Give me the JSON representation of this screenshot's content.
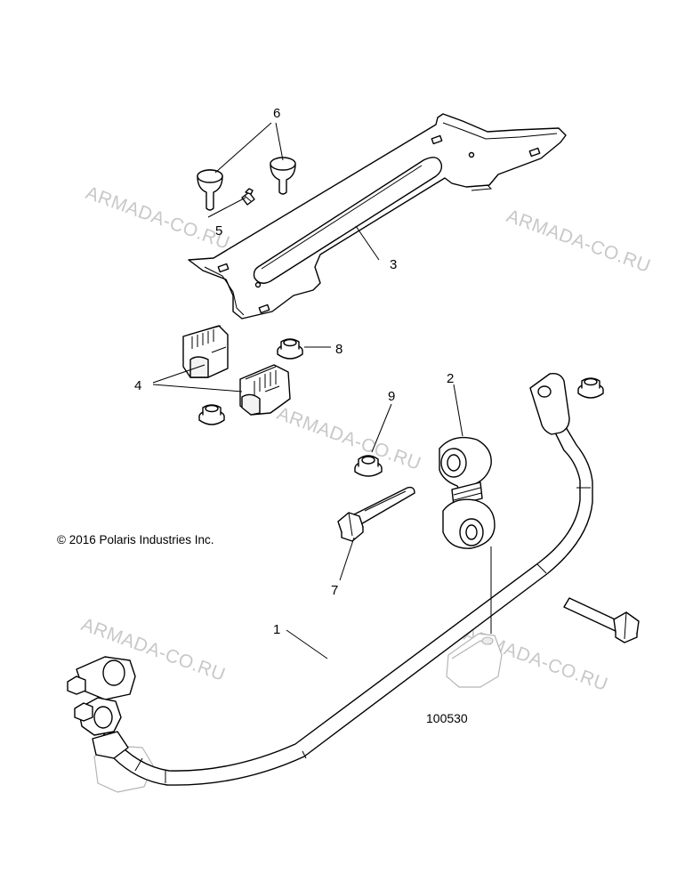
{
  "callouts": {
    "c1": "1",
    "c2": "2",
    "c3": "3",
    "c4": "4",
    "c5": "5",
    "c6": "6",
    "c7": "7",
    "c8": "8",
    "c9": "9"
  },
  "copyright": "© 2016 Polaris Industries Inc.",
  "diagram_number": "100530",
  "watermark": "ARMADA-CO.RU",
  "colors": {
    "line": "#000000",
    "context_parts": "#b5b5b5",
    "watermark": "#c8c8c8",
    "background": "#ffffff"
  }
}
